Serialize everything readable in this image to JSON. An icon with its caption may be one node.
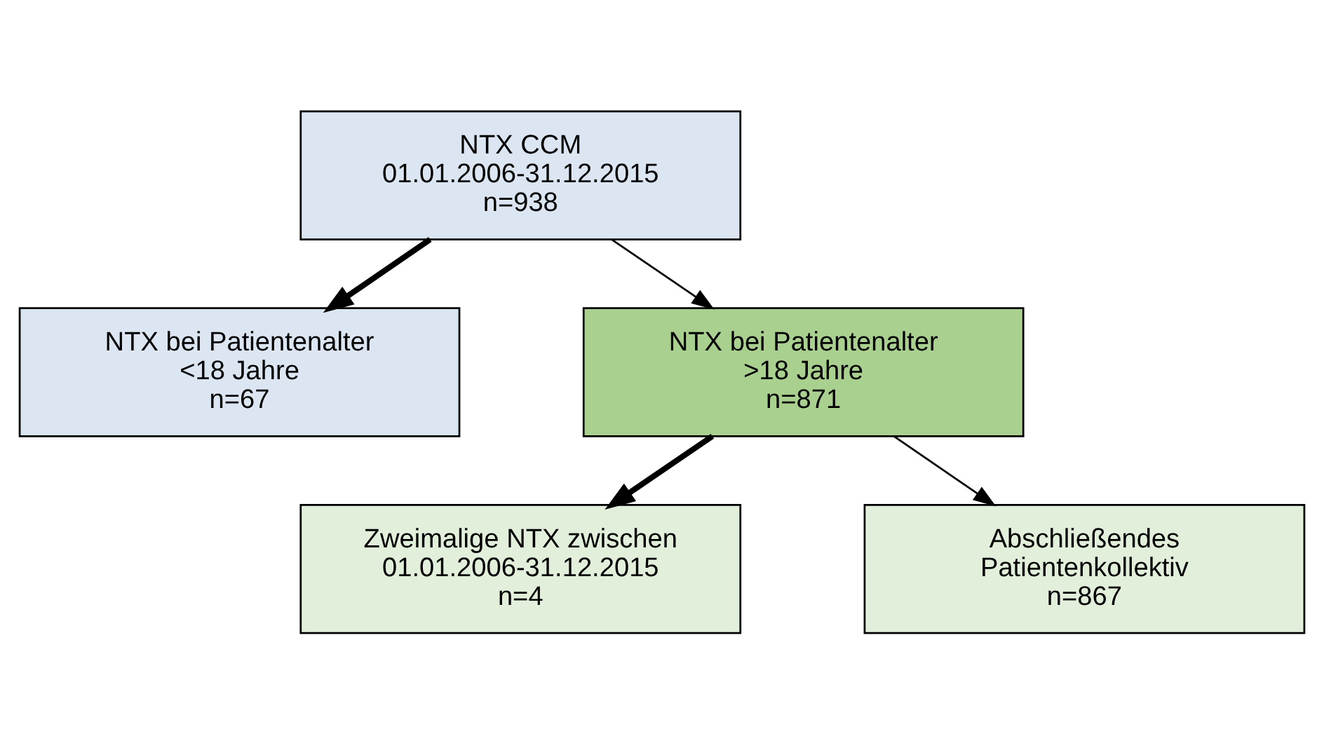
{
  "diagram": {
    "nodes": [
      {
        "text": [
          "NTX CCM",
          "01.01.2006-31.12.2015",
          "n=938"
        ]
      },
      {
        "text": [
          "NTX bei Patientenalter <18 Jahre",
          "n=67"
        ]
      },
      {
        "text": [
          "NTX bei Patientenalter >18 Jahre",
          "n=871"
        ]
      },
      {
        "text": [
          "Zweimalige NTX zwischen 01.01.2006-31.12.2015",
          "n=4"
        ]
      },
      {
        "text": [
          "Abschließendes Patientenkollektiv",
          "n=867"
        ]
      }
    ],
    "edges": [
      {
        "from": 0,
        "to": 2,
        "arrow": "to"
      },
      {
        "from": 0,
        "to": 1,
        "arrow": "to",
        "style": "thick"
      },
      {
        "from": 2,
        "to": 4,
        "arrow": "to"
      },
      {
        "from": 2,
        "to": 3,
        "arrow": "to",
        "style": "thick"
      }
    ]
  }
}
